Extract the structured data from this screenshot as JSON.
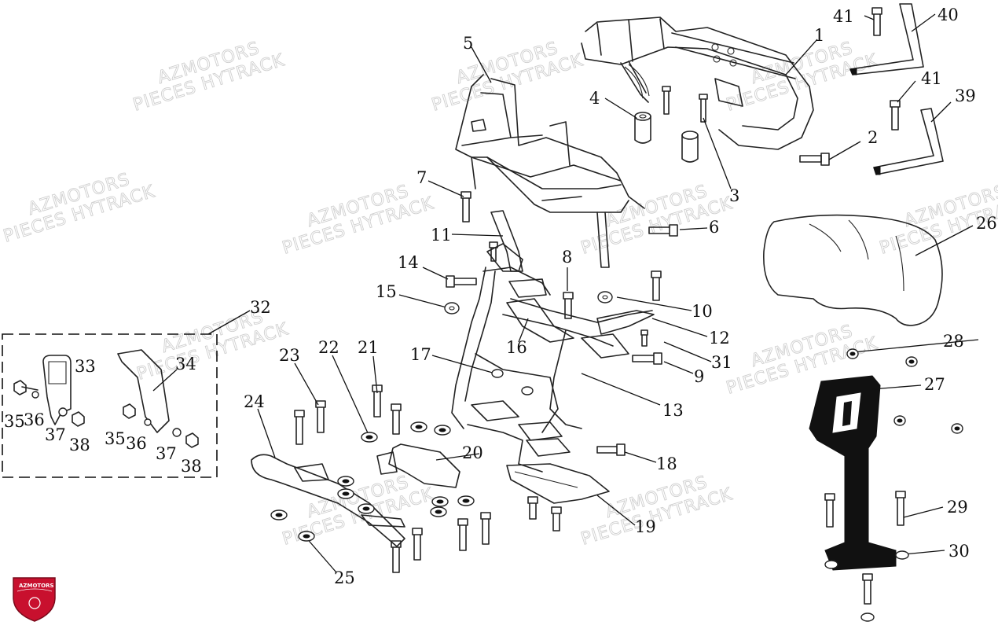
{
  "watermarks": [
    {
      "line1": "AZMOTORS",
      "line2": "PIECES HYTRACK"
    },
    {
      "line1": "AZMOTORS",
      "line2": "PIECES HYTRACK"
    },
    {
      "line1": "AZMOTORS",
      "line2": "PIECES HYTRACK"
    },
    {
      "line1": "AZMOTORS",
      "line2": "PIECES HYTRACK"
    },
    {
      "line1": "AZMOTORS",
      "line2": "PIECES HYTRACK"
    },
    {
      "line1": "AZMOTORS",
      "line2": "PIECES HYTRACK"
    },
    {
      "line1": "AZMOTORS",
      "line2": "PIECES HYTRACK"
    },
    {
      "line1": "AZMOTORS",
      "line2": "PIECES HYTRACK"
    },
    {
      "line1": "AZMOTORS",
      "line2": "PIECES HYTRACK"
    },
    {
      "line1": "AZMOTORS",
      "line2": "PIECES HYTRACK"
    },
    {
      "line1": "AZMOTORS",
      "line2": "PIECES HYTRACK"
    }
  ],
  "logo": {
    "text": "AZMOTORS",
    "color": "#c8102e"
  },
  "part_labels": [
    "1",
    "2",
    "3",
    "4",
    "5",
    "6",
    "7",
    "8",
    "9",
    "10",
    "11",
    "12",
    "13",
    "14",
    "15",
    "16",
    "17",
    "18",
    "19",
    "20",
    "21",
    "22",
    "23",
    "24",
    "25",
    "26",
    "27",
    "28",
    "29",
    "30",
    "31",
    "32",
    "33",
    "34",
    "35",
    "36",
    "37",
    "38",
    "35",
    "36",
    "37",
    "38",
    "39",
    "40",
    "41",
    "41"
  ]
}
